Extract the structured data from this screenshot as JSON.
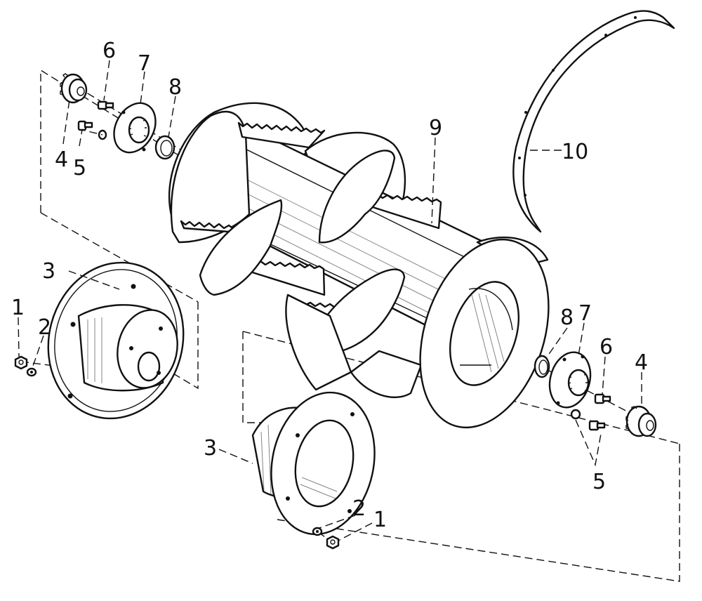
{
  "callouts": [
    {
      "id": "lbl-1-left",
      "text": "1"
    },
    {
      "id": "lbl-2-left",
      "text": "2"
    },
    {
      "id": "lbl-3-left",
      "text": "3"
    },
    {
      "id": "lbl-4-left",
      "text": "4"
    },
    {
      "id": "lbl-5-left",
      "text": "5"
    },
    {
      "id": "lbl-6-left",
      "text": "6"
    },
    {
      "id": "lbl-7-left",
      "text": "7"
    },
    {
      "id": "lbl-8-left",
      "text": "8"
    },
    {
      "id": "lbl-9",
      "text": "9"
    },
    {
      "id": "lbl-10",
      "text": "10"
    },
    {
      "id": "lbl-8-right",
      "text": "8"
    },
    {
      "id": "lbl-7-right",
      "text": "7"
    },
    {
      "id": "lbl-6-right",
      "text": "6"
    },
    {
      "id": "lbl-4-right",
      "text": "4"
    },
    {
      "id": "lbl-5-right",
      "text": "5"
    },
    {
      "id": "lbl-3-right",
      "text": "3"
    },
    {
      "id": "lbl-2-right",
      "text": "2"
    },
    {
      "id": "lbl-1-right",
      "text": "1"
    }
  ]
}
